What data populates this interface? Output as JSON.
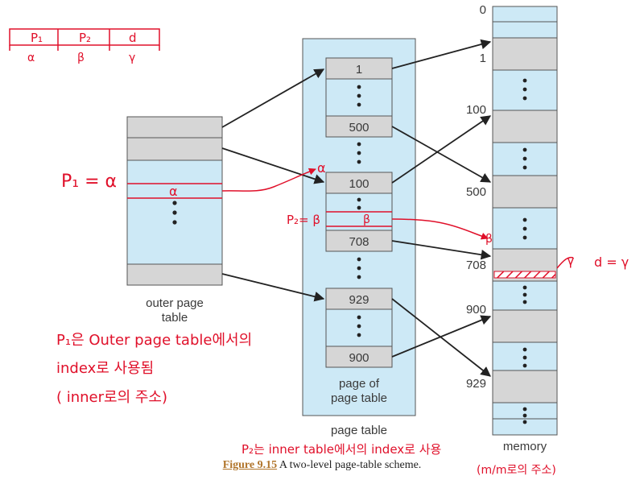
{
  "address_format": {
    "fields": [
      "P₁",
      "P₂",
      "d"
    ],
    "symbols": [
      "α",
      "β",
      "γ"
    ]
  },
  "outer_table": {
    "label_line1": "outer page",
    "label_line2": "table",
    "entry_mark": "α"
  },
  "page_table": {
    "label": "page table",
    "group_label_line1": "page of",
    "group_label_line2": "page table",
    "top_entries": [
      "1",
      "500"
    ],
    "mid_entries": [
      "100",
      "708"
    ],
    "bottom_entries": [
      "929",
      "900"
    ],
    "beta_mark": "β"
  },
  "memory": {
    "label": "memory",
    "addresses": [
      "0",
      "1",
      "100",
      "500",
      "708",
      "900",
      "929"
    ]
  },
  "annotations": {
    "p1_eq": "P₁ = α",
    "alpha_arrow": "α",
    "p2_eq": "P₂= β",
    "beta_arrow": "β",
    "gamma": "γ",
    "d_eq": "d = γ",
    "note_p1_line1": "P₁은 Outer page table에서의",
    "note_p1_line2": "index로 사용됨",
    "note_p1_line3": "( inner로의 주소)",
    "note_p2_line1": "P₂는 inner table에서의 index로 사용",
    "note_p2_line2": "(m/m로의 주소)"
  },
  "caption": {
    "figure": "Figure 9.15",
    "text": "A two-level page-table scheme."
  },
  "colors": {
    "blue": "#cde9f6",
    "gray": "#d6d6d6",
    "annotation_red": "#e0102a"
  }
}
